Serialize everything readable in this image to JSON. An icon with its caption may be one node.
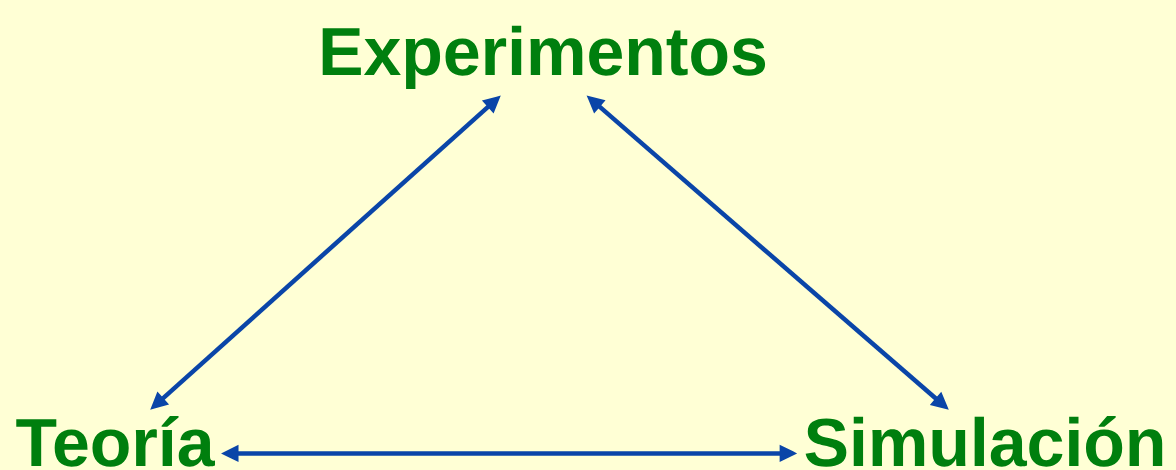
{
  "diagram": {
    "nodes": [
      {
        "text": [
          "Teoría"
        ]
      },
      {
        "text": [
          "Experimentos"
        ]
      },
      {
        "text": [
          "Simulación"
        ]
      }
    ],
    "edges": [
      {
        "from": 0,
        "to": 1,
        "arrow": "both"
      },
      {
        "from": 1,
        "to": 2,
        "arrow": "both"
      },
      {
        "from": 0,
        "to": 2,
        "arrow": "both"
      }
    ]
  }
}
